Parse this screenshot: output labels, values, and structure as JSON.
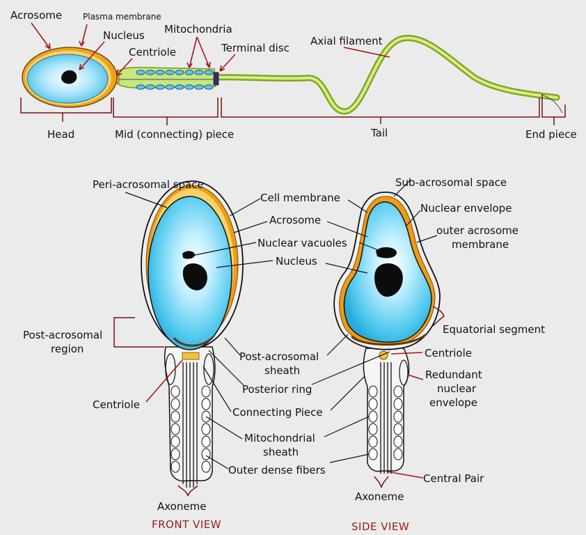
{
  "top": {
    "acrosome": "Acrosome",
    "plasma_membrane": "Plasma membrane",
    "nucleus": "Nucleus",
    "centriole": "Centriole",
    "mitochondria": "Mitochondria",
    "terminal_disc": "Terminal disc",
    "axial_filament": "Axial filament",
    "head": "Head",
    "mid_piece": "Mid (connecting) piece",
    "tail": "Tail",
    "end_piece": "End piece"
  },
  "front": {
    "peri_acrosomal_space": "Peri-acrosomal space",
    "post_acrosomal_region_1": "Post-acrosomal",
    "post_acrosomal_region_2": "region",
    "centriole": "Centriole",
    "axoneme": "Axoneme",
    "caption": "FRONT VIEW"
  },
  "middle": {
    "cell_membrane": "Cell membrane",
    "acrosome": "Acrosome",
    "nuclear_vacuoles": "Nuclear vacuoles",
    "nucleus": "Nucleus",
    "post_acrosomal_sheath_1": "Post-acrosomal",
    "post_acrosomal_sheath_2": "sheath",
    "posterior_ring": "Posterior ring",
    "connecting_piece": "Connecting Piece",
    "mitochondrial_sheath_1": "Mitochondrial",
    "mitochondrial_sheath_2": "sheath",
    "outer_dense_fibers": "Outer dense fibers"
  },
  "side": {
    "sub_acrosomal_space": "Sub-acrosomal space",
    "nuclear_envelope": "Nuclear envelope",
    "outer_acrosome_membrane_1": "outer acrosome",
    "outer_acrosome_membrane_2": "membrane",
    "equatorial_segment": "Equatorial segment",
    "centriole": "Centriole",
    "redundant_nuclear_envelope_1": "Redundant",
    "redundant_nuclear_envelope_2": "nuclear",
    "redundant_nuclear_envelope_3": "envelope",
    "central_pair": "Central Pair",
    "axoneme": "Axoneme",
    "caption": "SIDE VIEW"
  }
}
